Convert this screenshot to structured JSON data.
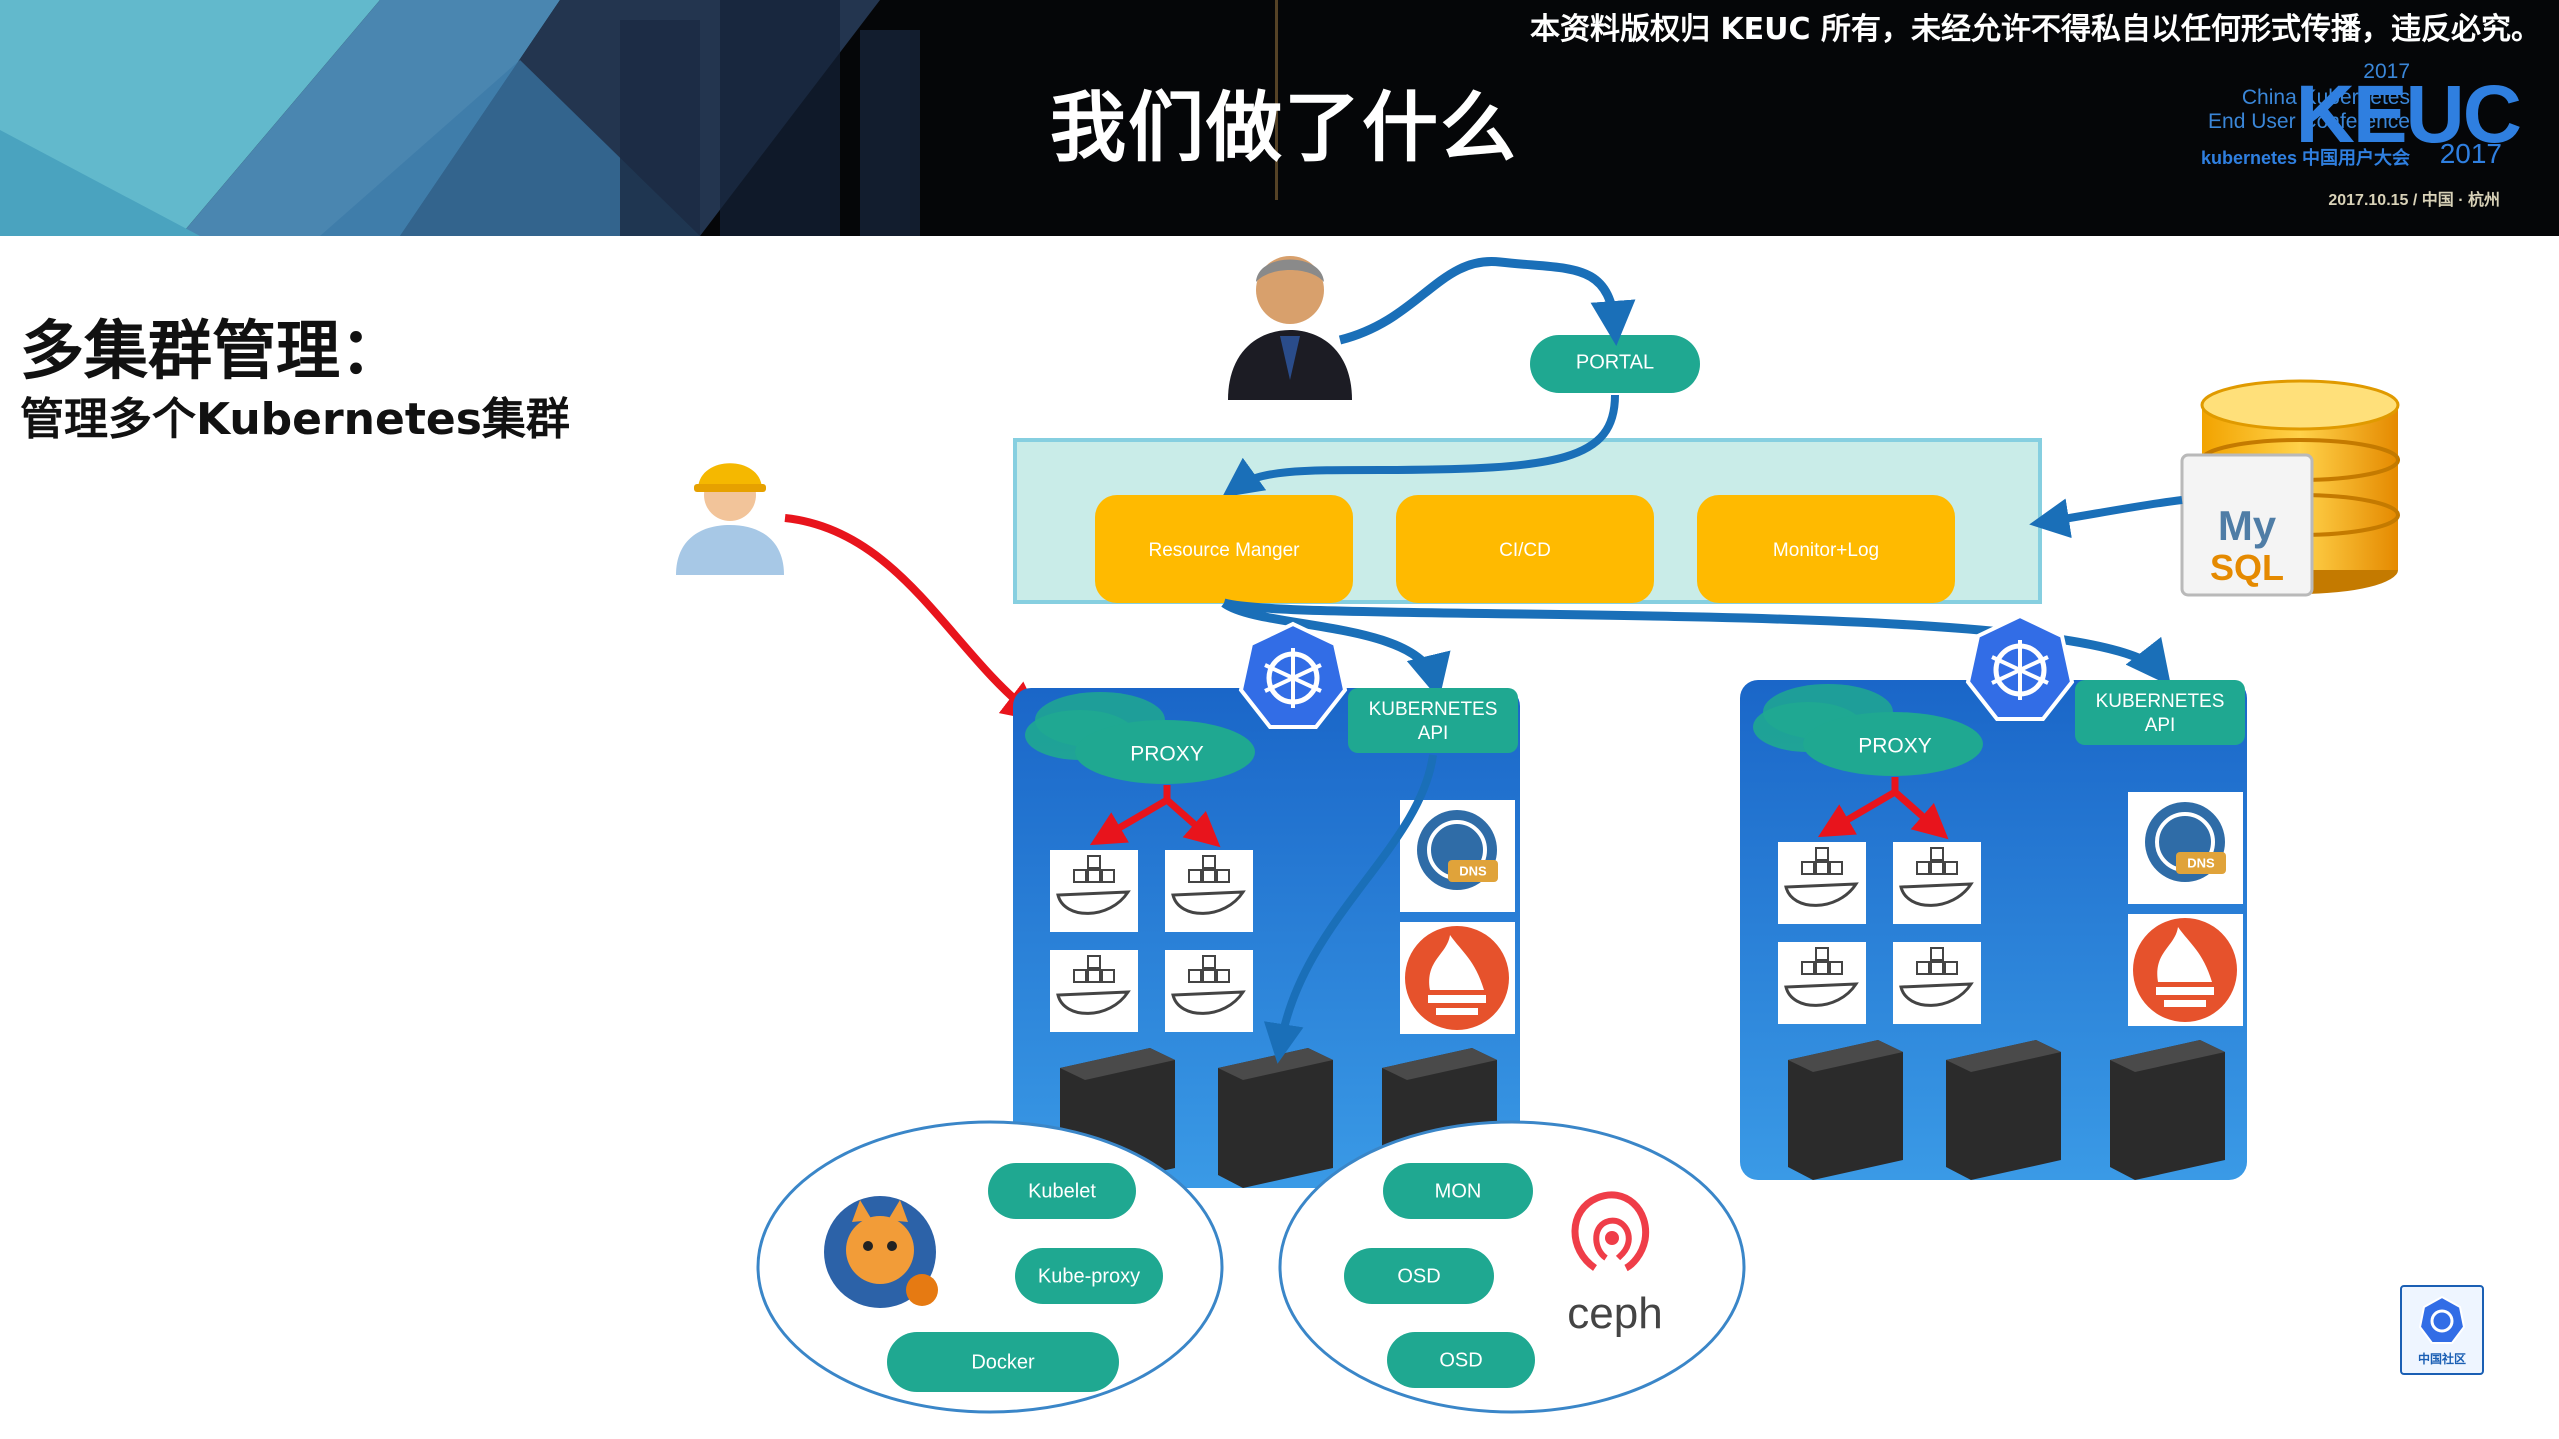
{
  "header": {
    "copyright": "本资料版权归 KEUC 所有，未经允许不得私自以任何形式传播，违反必究。",
    "title": "我们做了什么",
    "conference": {
      "year": "2017",
      "line1": "China Kubernetes",
      "line2": "End User Conference",
      "line3": "kubernetes 中国用户大会",
      "logo": "KEUC",
      "year_badge": "2017",
      "date": "2017.10.15 / 中国 · 杭州"
    }
  },
  "section": {
    "title": "多集群管理：",
    "subtitle": "管理多个Kubernetes集群"
  },
  "diagram": {
    "portal": "PORTAL",
    "modules": [
      "Resource Manger",
      "CI/CD",
      "Monitor+Log"
    ],
    "database": "MySQL",
    "db_my": "My",
    "db_sql": "SQL",
    "clusters": [
      {
        "proxy": "PROXY",
        "api": "KUBERNETES API",
        "api_line1": "KUBERNETES",
        "api_line2": "API",
        "dns": "DNS"
      },
      {
        "proxy": "PROXY",
        "api": "KUBERNETES API",
        "api_line1": "KUBERNETES",
        "api_line2": "API",
        "dns": "DNS"
      }
    ],
    "node_components": [
      "Kubelet",
      "Kube-proxy",
      "Docker"
    ],
    "storage_components": [
      "MON",
      "OSD",
      "OSD"
    ],
    "storage_brand": "ceph",
    "colors": {
      "teal": "#1fa891",
      "orange": "#ffba00",
      "cluster_blue": "#2c86dc",
      "arrow_blue": "#1a6fb8",
      "arrow_red": "#e8141c"
    }
  },
  "footer": {
    "badge_text": "中国社区"
  }
}
